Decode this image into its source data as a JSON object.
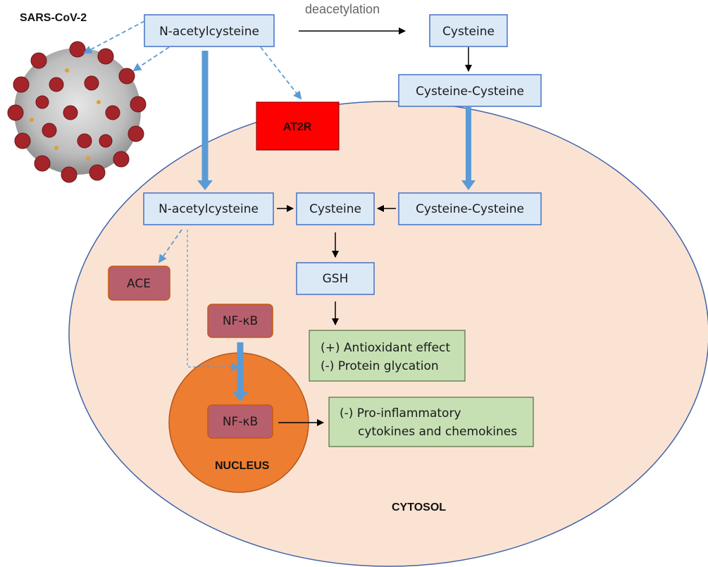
{
  "labels": {
    "virus": "SARS-CoV-2",
    "deacetylation": "deacetylation",
    "cytosol": "CYTOSOL",
    "nucleus": "NUCLEUS"
  },
  "nodes": {
    "nac_top": "N-acetylcysteine",
    "cys_top": "Cysteine",
    "cyscys_top": "Cysteine-Cysteine",
    "at2r": "AT2R",
    "nac_mid": "N-acetylcysteine",
    "cys_mid": "Cysteine",
    "cyscys_mid": "Cysteine-Cysteine",
    "gsh": "GSH",
    "ace": "ACE",
    "nfkb_cyt": "NF-κB",
    "nfkb_nuc": "NF-κB"
  },
  "effects": {
    "antioxidant": [
      "(+) Antioxidant effect",
      "(-) Protein glycation"
    ],
    "inflammatory": [
      "(-) Pro-inflammatory",
      "cytokines and chemokines"
    ]
  },
  "colors": {
    "cytosol_fill": "#fbe3d3",
    "nucleus_fill": "#ed7d31",
    "blue_box": "#dbe9f7",
    "blue_border": "#4472c4",
    "red_box": "#ff0000",
    "mauve_box": "#b85f6e",
    "green_box": "#c6e0b4",
    "blue_arrow": "#5b9bd5"
  }
}
